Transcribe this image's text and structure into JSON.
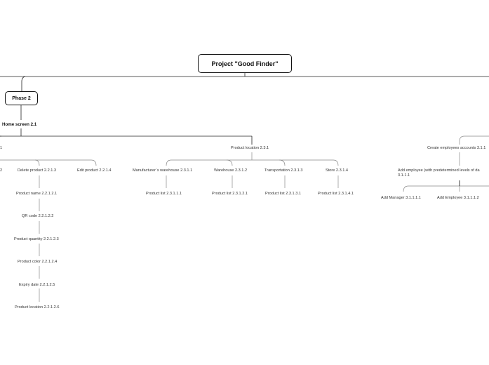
{
  "root": "Project \"Good Finder\"",
  "phase": "Phase 2",
  "home": "Home screen 2.1",
  "left_cut_label": "1",
  "left_cut_item": "2",
  "delete_product": "Delete product 2.2.1.3",
  "edit_product": "Edit product 2.2.1.4",
  "delete_children": [
    "Product name 2.2.1.2.1",
    "QR code 2.2.1.2.2",
    "Product quantity 2.2.1.2.3",
    "Product color 2.2.1.2.4",
    "Expiry date 2.2.1.2.5",
    "Product location 2.2.1.2.6"
  ],
  "product_location": "Product location 2.3.1",
  "locations": [
    {
      "label": "Manufacturer`s warehouse 2.3.1.1",
      "child": "Product list 2.3.1.1.1"
    },
    {
      "label": "Warehouse 2.3.1.2",
      "child": "Product list 2.3.1.2.1"
    },
    {
      "label": "Transportation 2.3.1.3",
      "child": "Product list 2.3.1.3.1"
    },
    {
      "label": "Store 2.3.1.4",
      "child": "Product list 2.3.1.4.1"
    }
  ],
  "create_accounts": "Create employees accounts 3.1.1",
  "add_employee_line1": "Add employee (with predetermined levels of da",
  "add_employee_line2": "3.1.1.1",
  "add_manager": "Add Manager 3.1.1.1.1",
  "add_employee_child": "Add Employee 3.1.1.1.2"
}
